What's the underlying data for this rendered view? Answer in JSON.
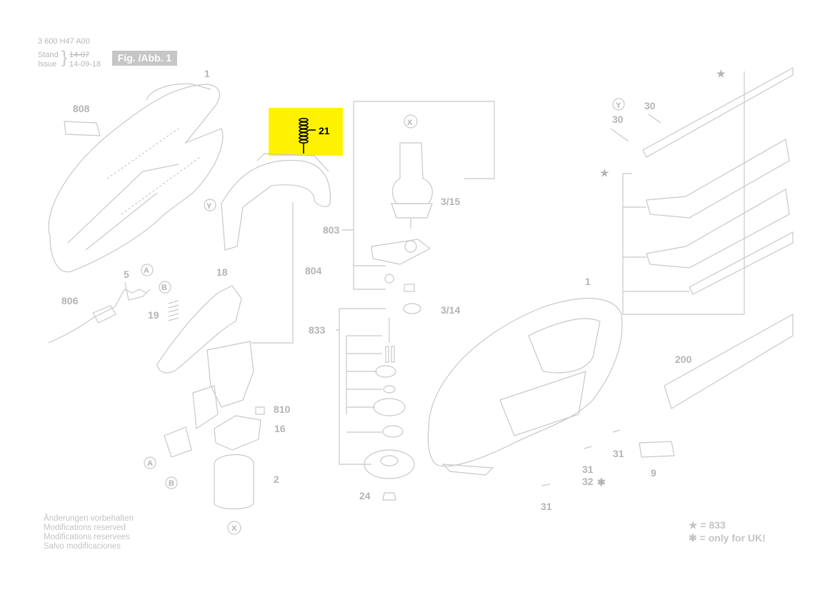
{
  "header": {
    "doc_number": "3 600 H47 A00",
    "stand_label": "Stand",
    "issue_label": "Issue",
    "stand_date": "14-07",
    "issue_date": "14-09-18",
    "figure_label": "Fig. /Abb. 1"
  },
  "highlight": {
    "part_number": "21",
    "color": "#fff200"
  },
  "labels": {
    "p1_top": "1",
    "p808": "808",
    "y_mark": "Y",
    "p5": "5",
    "a_mark": "A",
    "b_mark": "B",
    "p18": "18",
    "p806": "806",
    "p19": "19",
    "p804": "804",
    "p803": "803",
    "x_mark": "X",
    "p3_15": "3/15",
    "p3_14": "3/14",
    "p833": "833",
    "p810": "810",
    "p16": "16",
    "p2": "2",
    "p24": "24",
    "p31a": "31",
    "p31b": "31",
    "p31c": "31",
    "p32": "32",
    "p9": "9",
    "p1_right": "1",
    "p200": "200",
    "p30a": "30",
    "p30b": "30"
  },
  "notes": [
    "Änderungen vorbehalten",
    "Modifications reserved",
    "Modifications reservees",
    "Salvo modificaciones"
  ],
  "legend": [
    {
      "symbol": "★",
      "text": "= 833"
    },
    {
      "symbol": "✱",
      "text": "= only for UK!"
    }
  ],
  "colors": {
    "line": "#c8c8c8",
    "label": "#b4b4b4",
    "ink": "#000000"
  }
}
